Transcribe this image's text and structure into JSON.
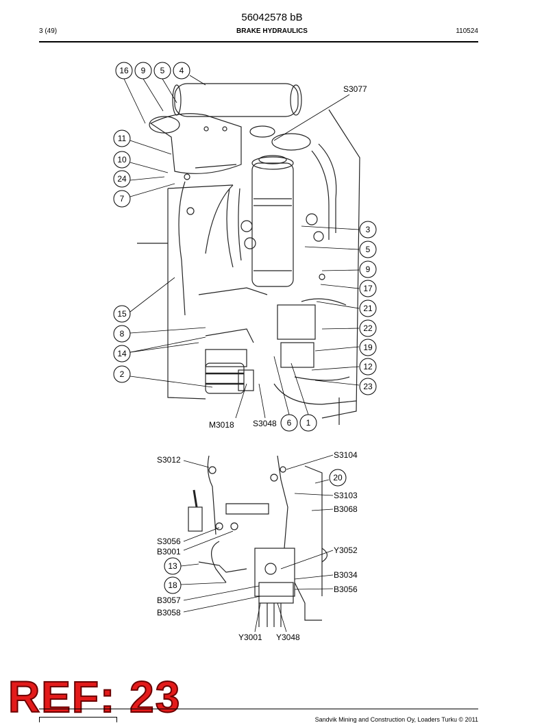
{
  "header": {
    "doc_id": "56042578 bB",
    "page": "3 (49)",
    "title": "BRAKE HYDRAULICS",
    "date": "110524"
  },
  "top_diagram": {
    "circle_labels": [
      "16",
      "9",
      "5",
      "4",
      "11",
      "10",
      "24",
      "7",
      "3",
      "5",
      "9",
      "17",
      "21",
      "15",
      "8",
      "22",
      "14",
      "19",
      "12",
      "2",
      "23",
      "6",
      "1"
    ],
    "text_labels": [
      "S3077",
      "M3018",
      "S3048"
    ]
  },
  "bottom_diagram": {
    "circle_labels": [
      "20",
      "13",
      "18"
    ],
    "text_labels": [
      "S3012",
      "S3104",
      "S3103",
      "B3068",
      "S3056",
      "B3001",
      "Y3052",
      "B3034",
      "B3056",
      "B3057",
      "B3058",
      "Y3001",
      "Y3048"
    ]
  },
  "stamp": {
    "text": "REF: 23",
    "color": "#e31b1b"
  },
  "footer": {
    "text": "Sandvik Mining and Construction Oy, Loaders Turku © 2011"
  }
}
